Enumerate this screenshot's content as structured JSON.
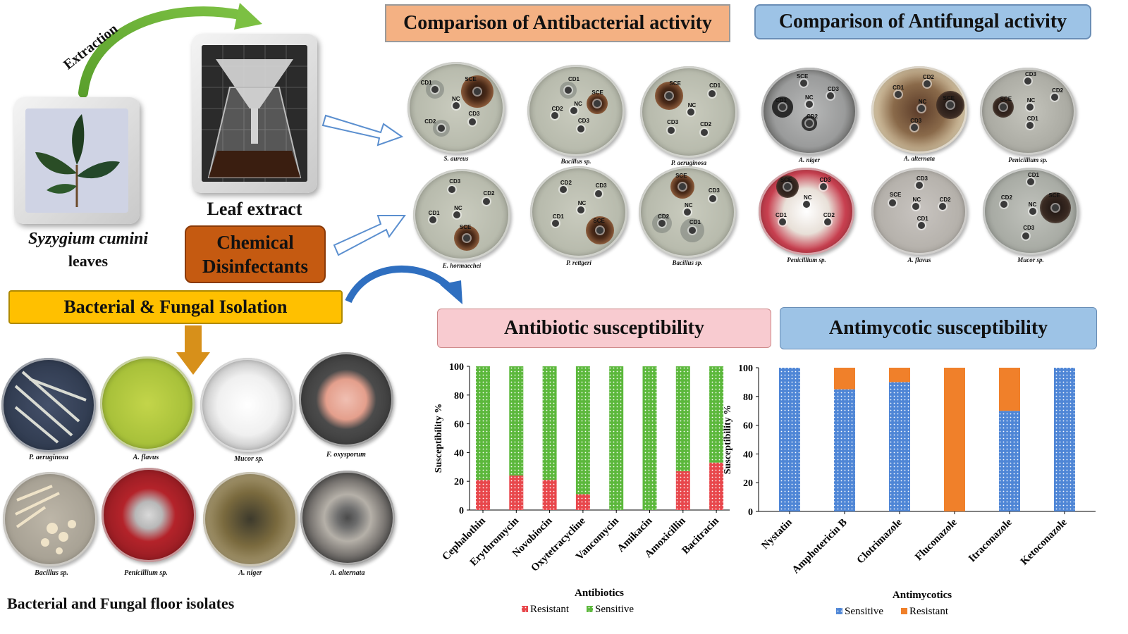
{
  "left": {
    "extraction_label": "Extraction",
    "leaf_extract_label": "Leaf extract",
    "species_label": "Syzygium cumini",
    "leaves_label": "leaves",
    "chemical_label_1": "Chemical",
    "chemical_label_2": "Disinfectants",
    "isolation_label": "Bacterial & Fungal Isolation",
    "floor_isolates_label": "Bacterial and Fungal floor isolates",
    "isolates": [
      {
        "label": "P. aeruginosa"
      },
      {
        "label": "A. flavus"
      },
      {
        "label": "Mucor sp."
      },
      {
        "label": "F. oxysporum"
      },
      {
        "label": "Bacillus sp."
      },
      {
        "label": "Penicillium sp."
      },
      {
        "label": "A. niger"
      },
      {
        "label": "A. alternata"
      }
    ]
  },
  "antibacterial": {
    "title": "Comparison of Antibacterial activity",
    "dishes": [
      {
        "label": "S. aureus"
      },
      {
        "label": "Bacillus sp."
      },
      {
        "label": "P. aeruginosa"
      },
      {
        "label": "E. hormaechei"
      },
      {
        "label": "P. rettgeri"
      },
      {
        "label": "Bacillus sp."
      }
    ]
  },
  "antifungal": {
    "title": "Comparison of Antifungal activity",
    "dishes": [
      {
        "label": "A. niger"
      },
      {
        "label": "A. alternata"
      },
      {
        "label": "Penicillium sp."
      },
      {
        "label": "Penicillium sp."
      },
      {
        "label": "A. flavus"
      },
      {
        "label": "Mucor sp."
      }
    ]
  },
  "well_labels": {
    "sce": "SCE",
    "nc": "NC",
    "cd1": "CD1",
    "cd2": "CD2",
    "cd3": "CD3"
  },
  "colors": {
    "antibacterial_banner": "#f4b183",
    "antifungal_banner": "#9dc3e6",
    "antibiotic_banner": "#f8cbd0",
    "antimycotic_banner": "#9dc3e6",
    "chemical_box": "#c55a11",
    "isolation_box": "#ffc000",
    "resistant_antibiotic": "#e8474c",
    "sensitive_antibiotic": "#5cb83c",
    "sensitive_antimycotic": "#4f86d6",
    "resistant_antimycotic": "#f0802a"
  },
  "antibiotic_title": "Antibiotic susceptibility",
  "antimycotic_title": "Antimycotic susceptibility",
  "chart_data": [
    {
      "type": "bar",
      "stacked": true,
      "xlabel": "Antibiotics",
      "ylabel": "Susceptibility %",
      "ylim": [
        0,
        100
      ],
      "yticks": [
        0,
        20,
        40,
        60,
        80,
        100
      ],
      "categories": [
        "Cephalothin",
        "Erythromycin",
        "Novobiocin",
        "Oxytetracycline",
        "Vancomycin",
        "Amikacin",
        "Amoxicillin",
        "Bacitracin"
      ],
      "series": [
        {
          "name": "Resistant",
          "values": [
            21,
            24,
            21,
            11,
            0,
            0,
            27,
            33
          ]
        },
        {
          "name": "Sensitive",
          "values": [
            79,
            76,
            79,
            89,
            100,
            100,
            73,
            67
          ]
        }
      ],
      "legend": "bottom"
    },
    {
      "type": "bar",
      "stacked": true,
      "xlabel": "Antimycotics",
      "ylabel": "Susceptibility %",
      "ylim": [
        0,
        100
      ],
      "yticks": [
        0,
        20,
        40,
        60,
        80,
        100
      ],
      "categories": [
        "Nystatin",
        "Amphotericin B",
        "Clotrimazole",
        "Fluconazole",
        "Itraconazole",
        "Ketoconazole"
      ],
      "series": [
        {
          "name": "Sensitive",
          "values": [
            100,
            85,
            90,
            0,
            70,
            100
          ]
        },
        {
          "name": "Resistant",
          "values": [
            0,
            15,
            10,
            100,
            30,
            0
          ]
        }
      ],
      "legend": "bottom"
    }
  ]
}
